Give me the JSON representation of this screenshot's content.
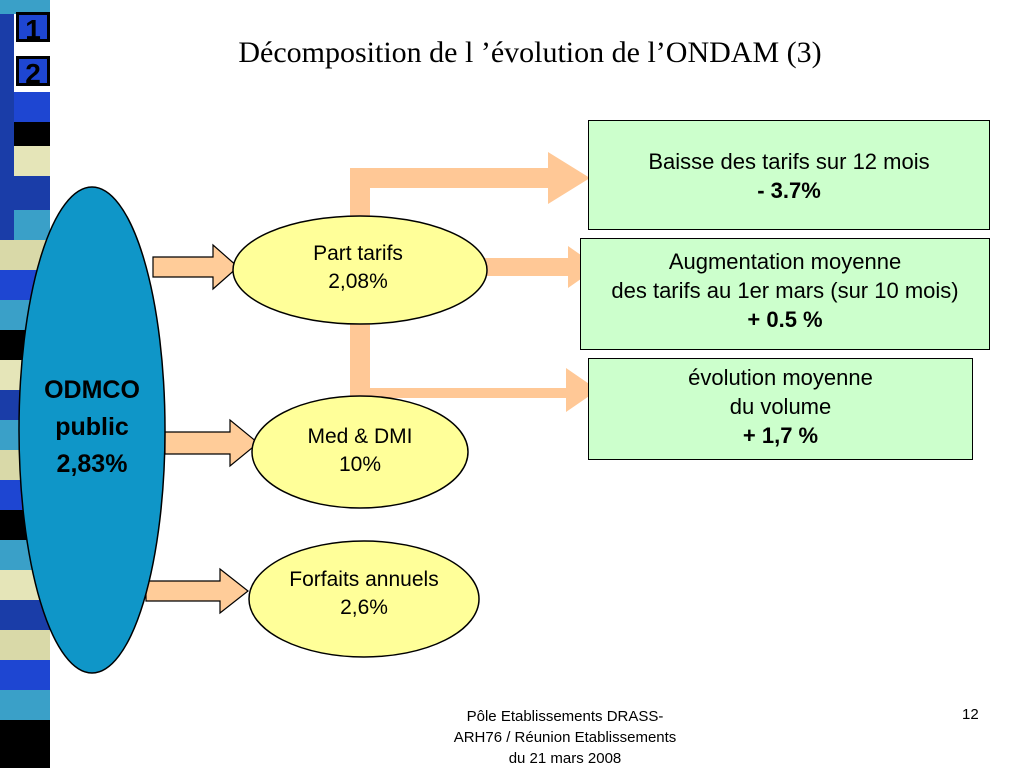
{
  "slide": {
    "badges": [
      "1",
      "2"
    ],
    "title": "Décomposition de l ’évolution de l’ONDAM (3)",
    "colors": {
      "ellipse_main": "#0f96c8",
      "ellipse_small": "#ffff99",
      "box_fill": "#ccffcc",
      "arrow": "#ffcc99",
      "arrow_large": "#ffc896"
    }
  },
  "diagram": {
    "main": {
      "line1": "ODMCO",
      "line2": "public",
      "line3": "2,83%"
    },
    "sub": [
      {
        "label": "Part tarifs",
        "value": "2,08%"
      },
      {
        "label": "Med & DMI",
        "value": "10%"
      },
      {
        "label": "Forfaits annuels",
        "value": "2,6%"
      }
    ],
    "boxes": [
      {
        "lines": [
          "Baisse des tarifs sur 12 mois"
        ],
        "value": "- 3.7%"
      },
      {
        "lines": [
          "Augmentation moyenne",
          "des tarifs au 1er mars (sur 10 mois)"
        ],
        "value": "+ 0.5  %"
      },
      {
        "lines": [
          "évolution moyenne",
          "du volume"
        ],
        "value": "+ 1,7 %"
      }
    ]
  },
  "footer": {
    "text_lines": [
      "Pôle Etablissements DRASS-",
      "ARH76 / Réunion Etablissements",
      "du 21 mars 2008"
    ],
    "page_number": "12"
  }
}
